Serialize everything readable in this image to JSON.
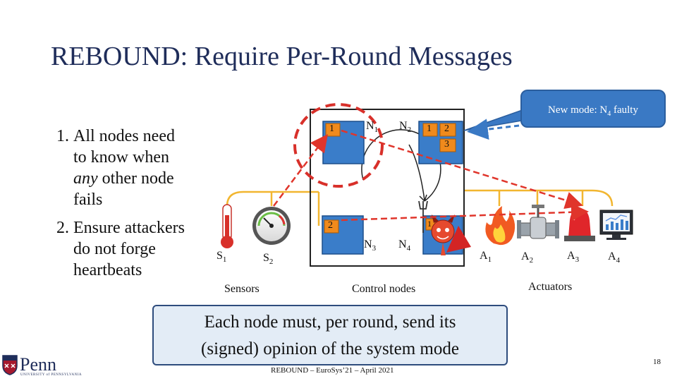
{
  "title": "REBOUND: Require Per-Round Messages",
  "bullets": [
    {
      "num": "1.",
      "lines": [
        "All nodes need",
        "to know when",
        "other node",
        "fails"
      ],
      "italic_word": "any"
    },
    {
      "num": "2.",
      "lines": [
        "Ensure attackers",
        "do not forge",
        "heartbeats"
      ]
    }
  ],
  "callout": {
    "text": "New mode: N",
    "sub": "4",
    "suffix": " faulty",
    "color": "#3a79c4"
  },
  "sections": {
    "sensors": "Sensors",
    "control": "Control nodes",
    "actuators": "Actuators"
  },
  "nodes": [
    {
      "base": "N",
      "sub": "1"
    },
    {
      "base": "N",
      "sub": "2"
    },
    {
      "base": "N",
      "sub": "3"
    },
    {
      "base": "N",
      "sub": "4"
    }
  ],
  "sensors": [
    {
      "base": "S",
      "sub": "1",
      "icon": "thermometer-icon"
    },
    {
      "base": "S",
      "sub": "2",
      "icon": "gauge-icon"
    }
  ],
  "actuators": [
    {
      "base": "A",
      "sub": "1",
      "icon": "fire-icon"
    },
    {
      "base": "A",
      "sub": "2",
      "icon": "valve-icon"
    },
    {
      "base": "A",
      "sub": "3",
      "icon": "siren-icon"
    },
    {
      "base": "A",
      "sub": "4",
      "icon": "monitor-chart-icon"
    }
  ],
  "badges": {
    "n1": "1",
    "n2_a": "1",
    "n2_b": "2",
    "n2_c": "3",
    "n3": "2",
    "n4": "1"
  },
  "message": {
    "line1": "Each node must, per round, send its",
    "line2": "(signed) opinion of the system mode"
  },
  "footer": "REBOUND – EuroSys’21 – April 2021",
  "page_number": "18",
  "logo": {
    "text": "Penn",
    "subtitle": "UNIVERSITY of PENNSYLVANIA"
  },
  "colors": {
    "node_blue": "#3a7dc9",
    "badge_orange": "#f08a1c",
    "arrow_red": "#e0352b",
    "wire_yellow": "#f2b630",
    "title_navy": "#1f2d5a"
  }
}
